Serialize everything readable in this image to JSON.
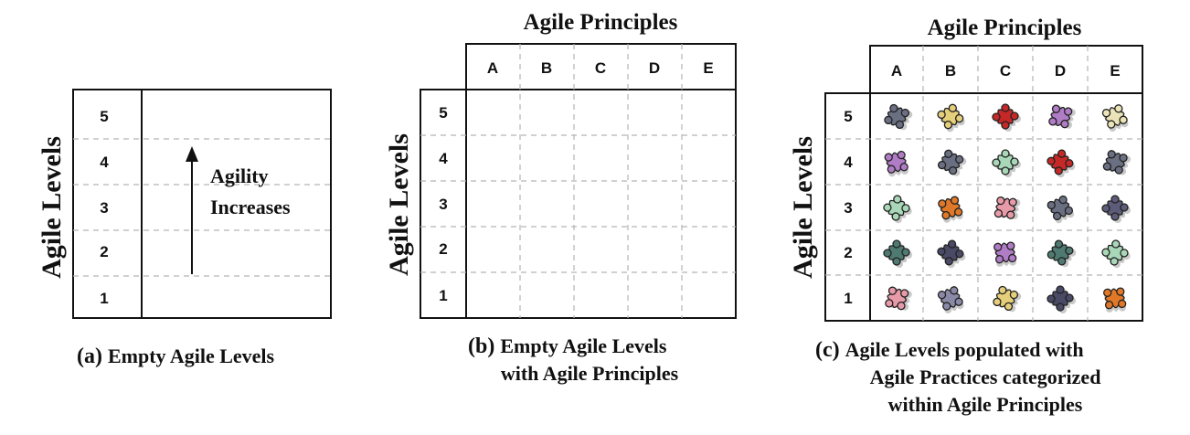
{
  "panel_a": {
    "axis_label": "Agile Levels",
    "levels": [
      "5",
      "4",
      "3",
      "2",
      "1"
    ],
    "arrow_label_line1": "Agility",
    "arrow_label_line2": "Increases",
    "caption_tag": "(a)",
    "caption_text": "Empty Agile Levels"
  },
  "panel_b": {
    "title": "Agile Principles",
    "axis_label": "Agile Levels",
    "principles": [
      "A",
      "B",
      "C",
      "D",
      "E"
    ],
    "levels": [
      "5",
      "4",
      "3",
      "2",
      "1"
    ],
    "caption_tag": "(b)",
    "caption_line1": "Empty Agile Levels",
    "caption_line2": "with Agile Principles"
  },
  "panel_c": {
    "title": "Agile Principles",
    "axis_label": "Agile Levels",
    "principles": [
      "A",
      "B",
      "C",
      "D",
      "E"
    ],
    "levels": [
      "5",
      "4",
      "3",
      "2",
      "1"
    ],
    "caption_tag": "(c)",
    "caption_line1": "Agile Levels populated with",
    "caption_line2": "Agile Practices categorized",
    "caption_line3": "within Agile Principles",
    "puzzle_icon": "puzzle-piece-icon",
    "puzzle_colors": [
      [
        "#6a6f82",
        "#e6cf7a",
        "#c62828",
        "#b07cc6",
        "#ece4b8"
      ],
      [
        "#b07cc6",
        "#6a6f82",
        "#a9d8b8",
        "#c62828",
        "#6a6f82"
      ],
      [
        "#a9d8b8",
        "#e07828",
        "#e79aa8",
        "#6a6f82",
        "#5c5c7a"
      ],
      [
        "#4f7a72",
        "#4a4a66",
        "#b07cc6",
        "#4f7a72",
        "#a9d8b8"
      ],
      [
        "#e79aa8",
        "#8a8aa8",
        "#e6cf7a",
        "#4a4a66",
        "#e07828"
      ]
    ]
  }
}
